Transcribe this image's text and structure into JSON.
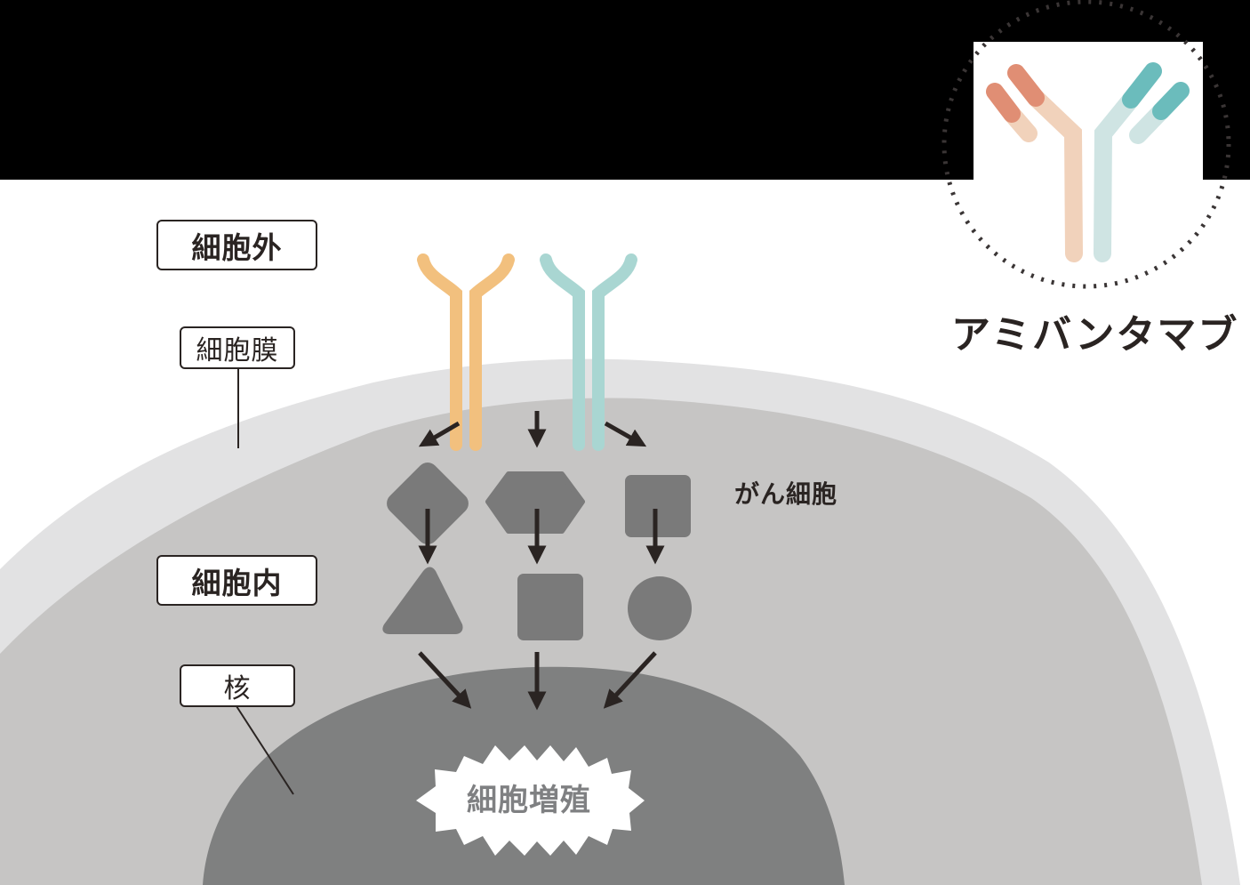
{
  "diagram": {
    "labels": {
      "extracellular": "細胞外",
      "cell_membrane": "細胞膜",
      "intracellular": "細胞内",
      "nucleus": "核",
      "cancer_cell": "がん細胞",
      "cell_proliferation": "細胞増殖"
    },
    "drug": {
      "name": "アミバンタマブ",
      "type": "bispecific-antibody",
      "arm_colors": {
        "left_variable": "#e08e74",
        "left_constant": "#f1d2bb",
        "right_variable": "#6bbcbc",
        "right_constant": "#cfe4e3"
      }
    },
    "receptors": [
      {
        "name": "receptor-orange",
        "color": "#f2c07e"
      },
      {
        "name": "receptor-teal",
        "color": "#a9d6d2"
      }
    ],
    "signaling": {
      "top_row_shapes": [
        "diamond",
        "hexagon",
        "square"
      ],
      "bottom_row_shapes": [
        "triangle",
        "square",
        "circle"
      ]
    },
    "colors": {
      "black_band": "#000000",
      "membrane": "#e2e2e3",
      "cytoplasm": "#c6c5c4",
      "nucleus": "#7f8080",
      "shape_fill": "#7a7a7a",
      "arrow": "#2a2422"
    }
  }
}
